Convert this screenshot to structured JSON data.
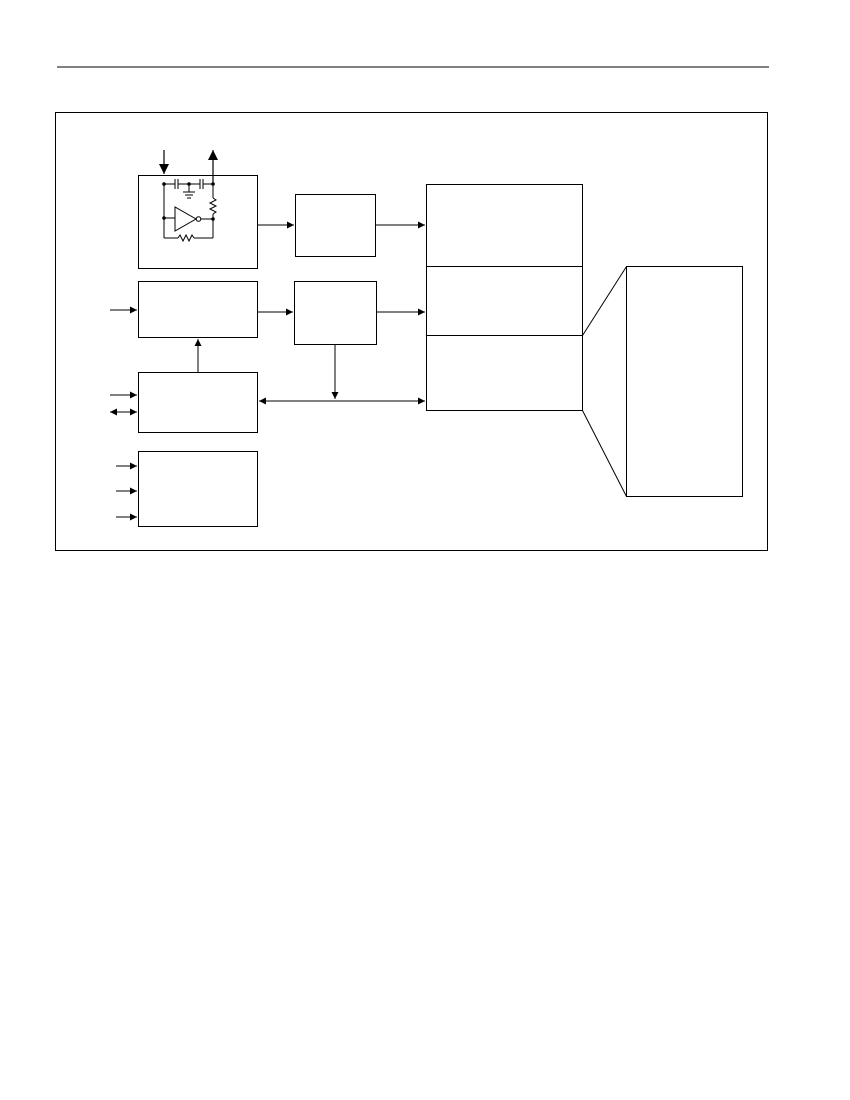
{
  "colors": {
    "ink": "#000000",
    "background": "#ffffff"
  },
  "diagram": {
    "oscillator_block": {
      "icons": [
        "inverter-icon",
        "capacitor-icon",
        "resistor-icon",
        "ground-icon"
      ],
      "pins": [
        "input-pin",
        "output-pin"
      ]
    },
    "blocks": [
      "oscillator-block",
      "divider-block",
      "input-block",
      "control-block",
      "interface-block",
      "power-block",
      "register-block-top",
      "register-block-middle",
      "register-block-bottom",
      "expanded-register-block"
    ],
    "labels": []
  }
}
